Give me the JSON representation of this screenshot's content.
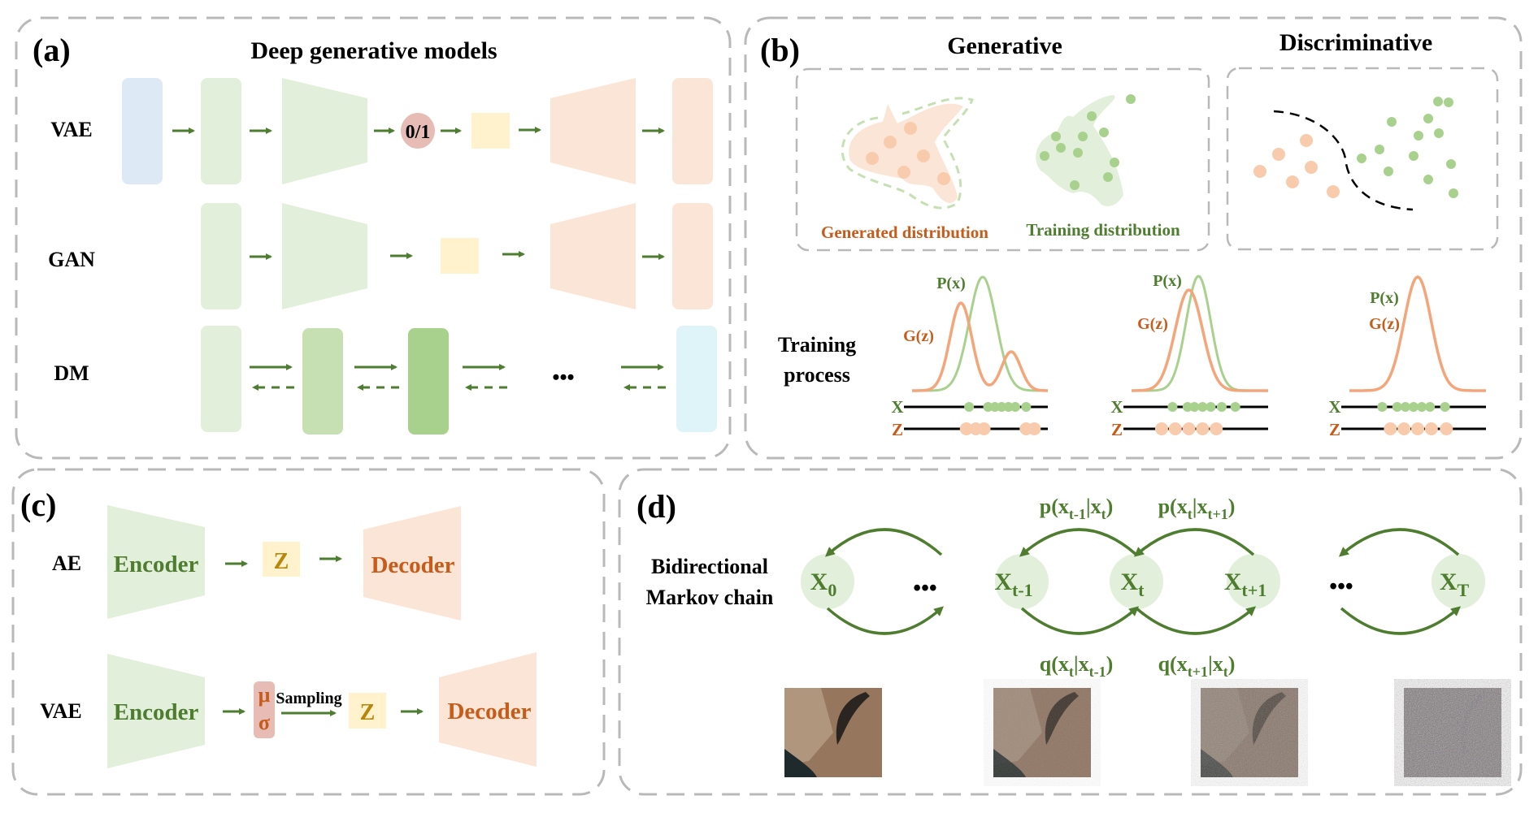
{
  "colors": {
    "panel_border": "#b9b9b9",
    "arrow_green": "#4e7d2f",
    "text_green": "#4e7d2f",
    "text_orange": "#c75b1a",
    "text_gold": "#b8860b",
    "light_green": "#e2efda",
    "mid_green": "#c6e0b4",
    "dark_green": "#a9d18e",
    "light_blue": "#dde9f5",
    "light_cyan": "#dff4f8",
    "light_orange": "#fbe5d6",
    "dot_orange": "#f8cbad",
    "dot_green": "#a9d18e",
    "curve_orange": "#f4a57a",
    "curve_green": "#a9d18e",
    "latent_yellow": "#fff2cc",
    "sample_red": "#e6bcb5"
  },
  "panel_a": {
    "tag": "(a)",
    "title": "Deep generative models",
    "rows": [
      {
        "label": "VAE",
        "node_text": "0/1"
      },
      {
        "label": "GAN"
      },
      {
        "label": "DM",
        "ellipsis": "•••"
      }
    ]
  },
  "panel_b": {
    "tag": "(b)",
    "generative_title": "Generative",
    "discriminative_title": "Discriminative",
    "generated_label": "Generated distribution",
    "training_label": "Training distribution",
    "training_process_line1": "Training",
    "training_process_line2": "process",
    "stages": [
      {
        "p_label": "P(x)",
        "g_label": "G(z)",
        "x_label": "X",
        "z_label": "Z",
        "state": "bimodal generator, misaligned"
      },
      {
        "p_label": "P(x)",
        "g_label": "G(z)",
        "x_label": "X",
        "z_label": "Z",
        "state": "partially aligned"
      },
      {
        "p_label": "P(x)",
        "g_label": "G(z)",
        "x_label": "X",
        "z_label": "Z",
        "state": "fully aligned"
      }
    ]
  },
  "panel_c": {
    "tag": "(c)",
    "rows": [
      {
        "label": "AE",
        "encoder": "Encoder",
        "latent": "Z",
        "decoder": "Decoder"
      },
      {
        "label": "VAE",
        "encoder": "Encoder",
        "mu": "μ",
        "sigma": "σ",
        "sampling": "Sampling",
        "latent": "Z",
        "decoder": "Decoder"
      }
    ]
  },
  "panel_d": {
    "tag": "(d)",
    "chain_label_line1": "Bidirectional",
    "chain_label_line2": "Markov chain",
    "nodes": [
      {
        "base": "X",
        "sub": "0"
      },
      {
        "base": "X",
        "sub": "t-1"
      },
      {
        "base": "X",
        "sub": "t"
      },
      {
        "base": "X",
        "sub": "t+1"
      },
      {
        "base": "X",
        "sub": "T"
      }
    ],
    "ellipsis": "•••",
    "reverse_labels": [
      {
        "pre": "p(x",
        "s1": "t-1",
        "mid": "|x",
        "s2": "t",
        "post": ")"
      },
      {
        "pre": "p(x",
        "s1": "t",
        "mid": "|x",
        "s2": "t+1",
        "post": ")"
      }
    ],
    "forward_labels": [
      {
        "pre": "q(x",
        "s1": "t",
        "mid": "|x",
        "s2": "t-1",
        "post": ")"
      },
      {
        "pre": "q(x",
        "s1": "t+1",
        "mid": "|x",
        "s2": "t",
        "post": ")"
      }
    ],
    "images": [
      {
        "name": "clean terrain image",
        "noise": 0.0
      },
      {
        "name": "lightly noised terrain image",
        "noise": 0.25
      },
      {
        "name": "moderately noised terrain image",
        "noise": 0.5
      },
      {
        "name": "pure noise image",
        "noise": 0.95
      }
    ]
  }
}
